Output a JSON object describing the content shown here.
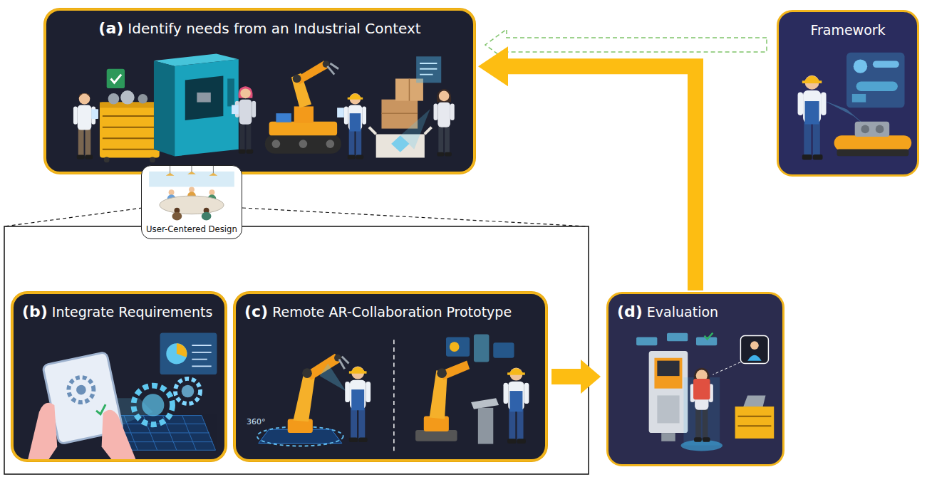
{
  "diagram": {
    "nodes": [
      {
        "text": [
          "(a)",
          "Identify needs from an Industrial Context"
        ]
      },
      {
        "text": [
          "Framework"
        ]
      },
      {
        "text": [
          "User-Centered Design"
        ]
      },
      {
        "text": [
          "(b)",
          "Integrate Requirements"
        ]
      },
      {
        "text": [
          "(c)",
          "Remote AR-Collaboration Prototype"
        ]
      },
      {
        "text": [
          "(d)",
          "Evaluation"
        ]
      }
    ],
    "edges": [
      {
        "from": 1,
        "to": 0,
        "arrow": "to"
      },
      {
        "from": 4,
        "to": 5,
        "arrow": "to"
      },
      {
        "from": 5,
        "to": 0,
        "arrow": "to"
      }
    ],
    "labels": [
      "360°"
    ]
  }
}
